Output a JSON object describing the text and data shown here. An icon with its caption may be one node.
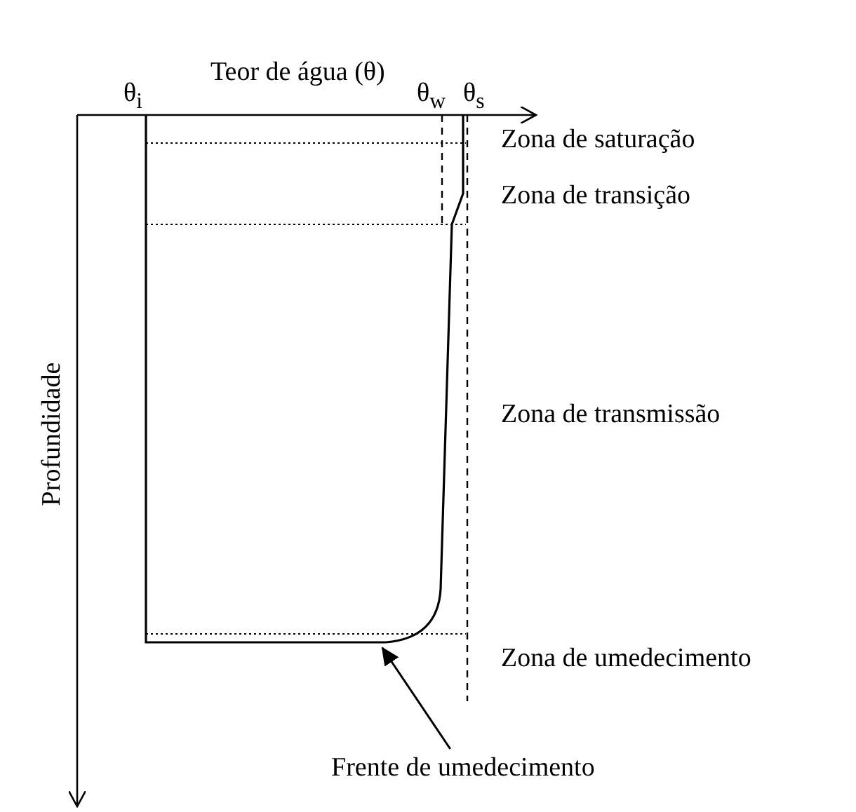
{
  "diagram": {
    "nodes": [
      {
        "text": [
          "Frente de umedecimento"
        ]
      },
      {
        "text": [],
        "shape": "curve"
      }
    ],
    "edges": [
      {
        "from": 0,
        "to": 1,
        "arrow": "to"
      }
    ],
    "labels": [
      "Teor de água (θ)",
      "θ$_{i}$",
      "θ$_{w}$",
      "θ$_{s}$",
      "Zona de saturação",
      "Zona de transição",
      "Zona de transmissão",
      "Zona de umedecimento",
      "Profundidade"
    ]
  }
}
